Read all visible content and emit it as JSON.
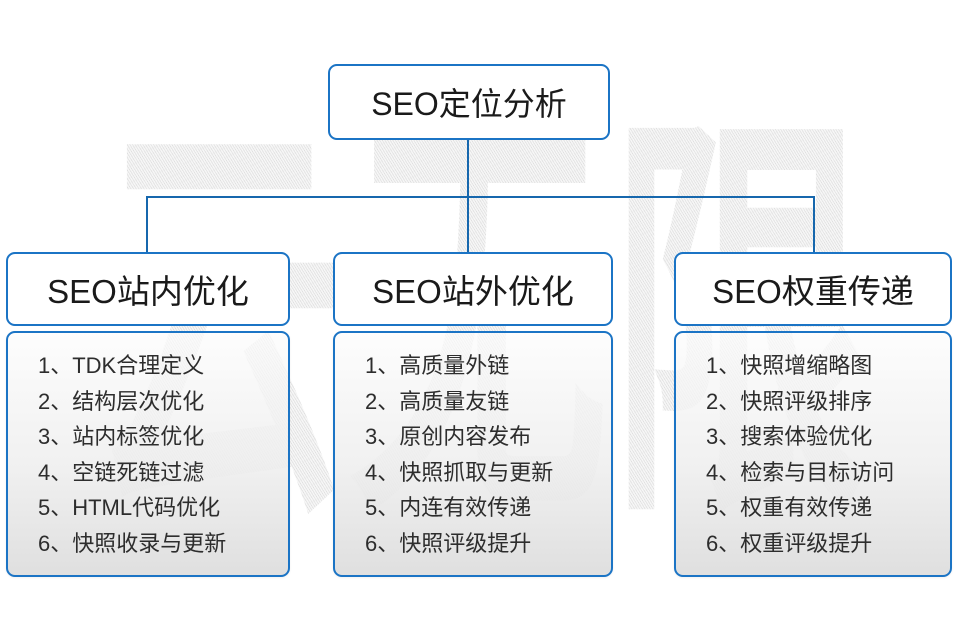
{
  "root": {
    "title": "SEO定位分析"
  },
  "watermark": {
    "text": "云无限"
  },
  "colors": {
    "accent": "#1b74c5",
    "line": "#1667ad",
    "node_text": "#1a1a1a",
    "item_text": "#2d2d2d"
  },
  "columns": [
    {
      "title": "SEO站内优化",
      "items": [
        "1、TDK合理定义",
        "2、结构层次优化",
        "3、站内标签优化",
        "4、空链死链过滤",
        "5、HTML代码优化",
        "6、快照收录与更新"
      ]
    },
    {
      "title": "SEO站外优化",
      "items": [
        "1、高质量外链",
        "2、高质量友链",
        "3、原创内容发布",
        "4、快照抓取与更新",
        "5、内连有效传递",
        "6、快照评级提升"
      ]
    },
    {
      "title": "SEO权重传递",
      "items": [
        "1、快照增缩略图",
        "2、快照评级排序",
        "3、搜索体验优化",
        "4、检索与目标访问",
        "5、权重有效传递",
        "6、权重评级提升"
      ]
    }
  ]
}
